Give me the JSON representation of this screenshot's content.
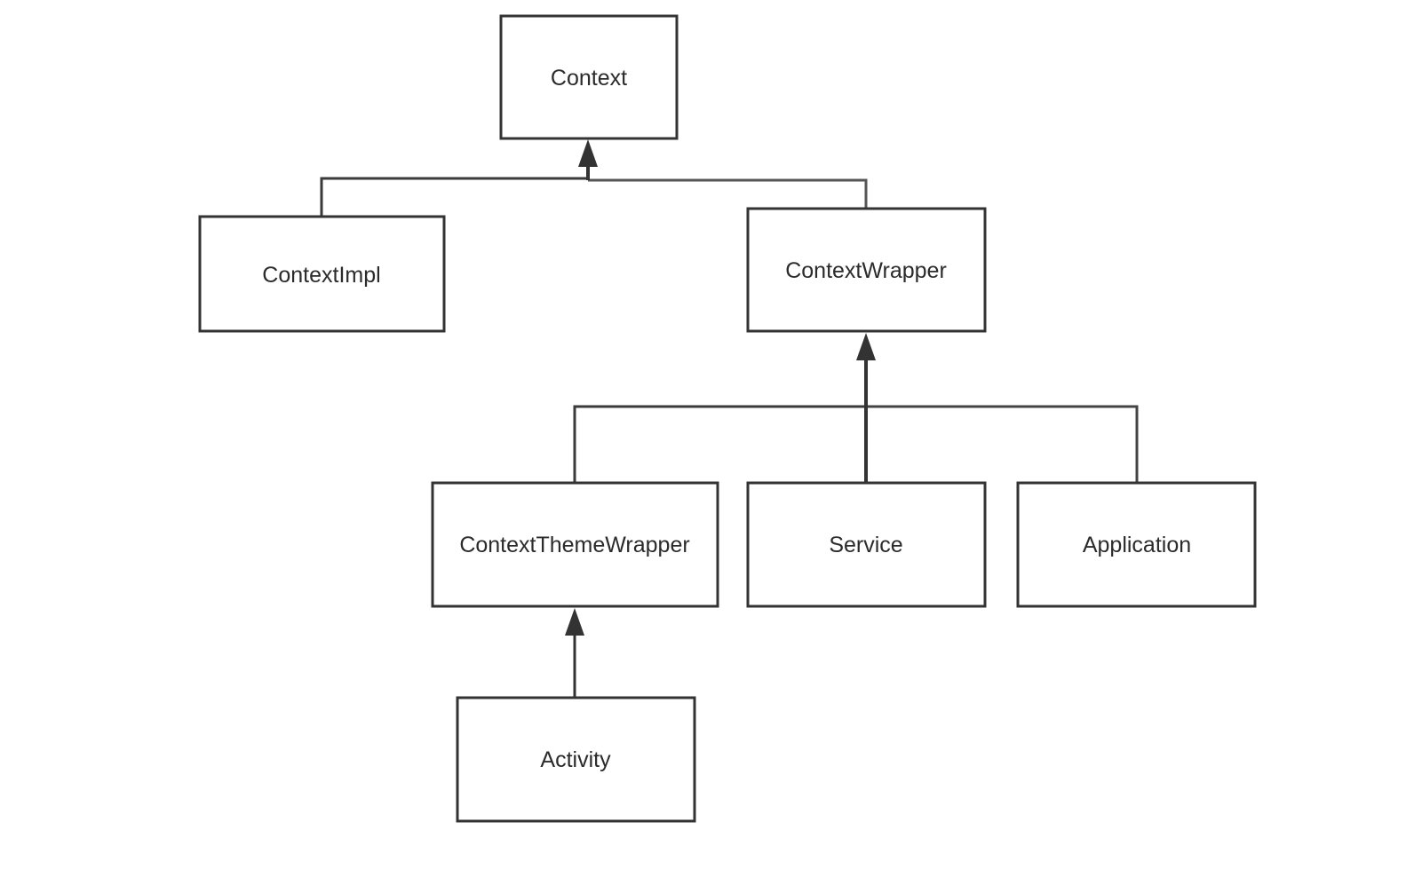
{
  "diagram": {
    "type": "class-hierarchy",
    "nodes": [
      {
        "id": "context",
        "label": "Context"
      },
      {
        "id": "contextimpl",
        "label": "ContextImpl"
      },
      {
        "id": "contextwrapper",
        "label": "ContextWrapper"
      },
      {
        "id": "contextthemewrapper",
        "label": "ContextThemeWrapper"
      },
      {
        "id": "service",
        "label": "Service"
      },
      {
        "id": "application",
        "label": "Application"
      },
      {
        "id": "activity",
        "label": "Activity"
      }
    ],
    "edges": [
      {
        "from": "contextimpl",
        "to": "context",
        "kind": "inherits"
      },
      {
        "from": "contextwrapper",
        "to": "context",
        "kind": "inherits"
      },
      {
        "from": "contextthemewrapper",
        "to": "contextwrapper",
        "kind": "inherits"
      },
      {
        "from": "service",
        "to": "contextwrapper",
        "kind": "inherits"
      },
      {
        "from": "application",
        "to": "contextwrapper",
        "kind": "inherits"
      },
      {
        "from": "activity",
        "to": "contextthemewrapper",
        "kind": "inherits"
      }
    ],
    "colors": {
      "stroke": "#333333",
      "text": "#2b2b2b",
      "background": "#ffffff"
    }
  }
}
